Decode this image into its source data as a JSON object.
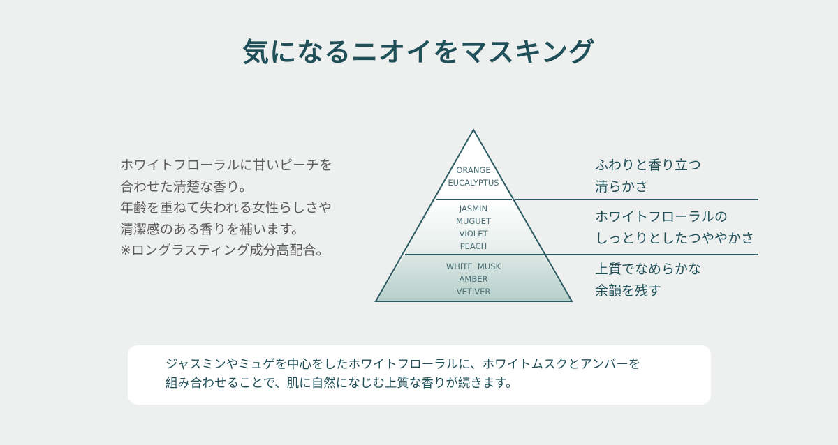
{
  "title": "気になるニオイをマスキング",
  "description": [
    "ホワイトフローラルに甘いピーチを",
    "合わせた清楚な香り。",
    "年齢を重ねて失われる女性らしさや",
    "清潔感のある香りを補います。",
    "※ロングラスティング成分高配合。"
  ],
  "pyramid": {
    "top_notes": [
      "ORANGE",
      "EUCALYPTUS"
    ],
    "middle_notes": [
      "JASMIN",
      "MUGUET",
      "VIOLET",
      "PEACH"
    ],
    "base_notes": [
      "WHITE  MUSK",
      "AMBER",
      "VETIVER"
    ]
  },
  "notes": {
    "top": [
      "ふわりと香り立つ",
      "清らかさ"
    ],
    "middle": [
      "ホワイトフローラルの",
      "しっとりとしたつややかさ"
    ],
    "base": [
      "上質でなめらかな",
      "余韻を残す"
    ]
  },
  "summary": [
    "ジャスミンやミュゲを中心をしたホワイトフローラルに、ホワイトムスクとアンバーを",
    "組み合わせることで、肌に自然になじむ上質な香りが続きます。"
  ],
  "colors": {
    "background": "#edf0ee",
    "heading": "#1f4f58",
    "body_text": "#5c5c5c",
    "pyramid_line": "#2b5a63",
    "base_fill": "#c9dcd8"
  }
}
